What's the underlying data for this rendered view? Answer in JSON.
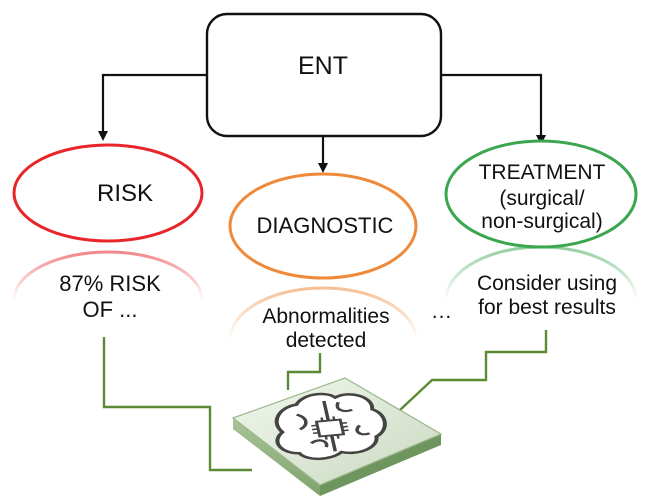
{
  "colors": {
    "risk": "#e8262a",
    "diagnostic": "#ee8a3a",
    "treatment": "#3aa64e",
    "connector": "#111111",
    "chip_line": "#5c8a34"
  },
  "nodes": {
    "ent": {
      "label": "ENT"
    },
    "risk": {
      "label": "RISK"
    },
    "diagnostic": {
      "label": "DIAGNOSTIC"
    },
    "treatment": {
      "label": "TREATMENT",
      "sub_line1": "(surgical/",
      "sub_line2": "non-surgical)"
    }
  },
  "outputs": {
    "risk": {
      "line1": "87% RISK",
      "line2": "OF ..."
    },
    "diagnostic": {
      "line1": "Abnormalities",
      "line2": "detected"
    },
    "treatment": {
      "ellipsis": "...",
      "line1": "Consider using",
      "line2": "for best results"
    }
  },
  "icons": {
    "ai_chip": "brain-chip-icon"
  }
}
